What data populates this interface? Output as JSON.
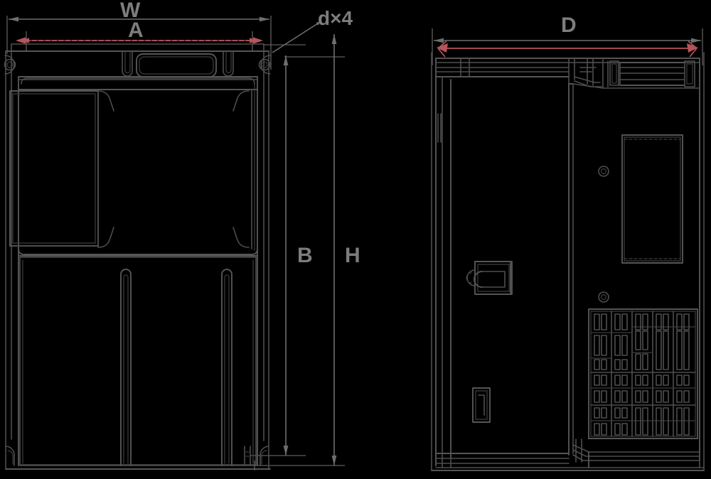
{
  "drawing": {
    "title": "Dimensional outline drawing",
    "background_color": "#000000",
    "line_color": "#4a4a4a",
    "line_color_light": "#6a6a6a",
    "dimension_line_color": "#6e6e6e",
    "accent_dimension_color": "#b5545c",
    "text_color": "#7d7d7d"
  },
  "dimensions": {
    "width_overall": {
      "label": "W",
      "view": "front",
      "orientation": "horizontal"
    },
    "mounting_width": {
      "label": "A",
      "view": "front",
      "orientation": "horizontal"
    },
    "mounting_height": {
      "label": "B",
      "view": "front",
      "orientation": "vertical"
    },
    "height_overall": {
      "label": "H",
      "view": "front",
      "orientation": "vertical"
    },
    "depth_overall": {
      "label": "D",
      "view": "side",
      "orientation": "horizontal"
    },
    "hole_callout": {
      "label": "d×4",
      "view": "front",
      "note": "four mounting holes"
    }
  },
  "views": [
    {
      "name": "front-view",
      "position": "left"
    },
    {
      "name": "side-view",
      "position": "right"
    }
  ],
  "features": {
    "mounting_holes": 4,
    "front_nameplate": "rounded-rectangle recess",
    "front_upper_panel": "cover panel",
    "front_lower_slots": 2,
    "side_vent_grille": "rectangular slot array",
    "side_circular_holes": 2,
    "side_connector": "terminal latch"
  }
}
